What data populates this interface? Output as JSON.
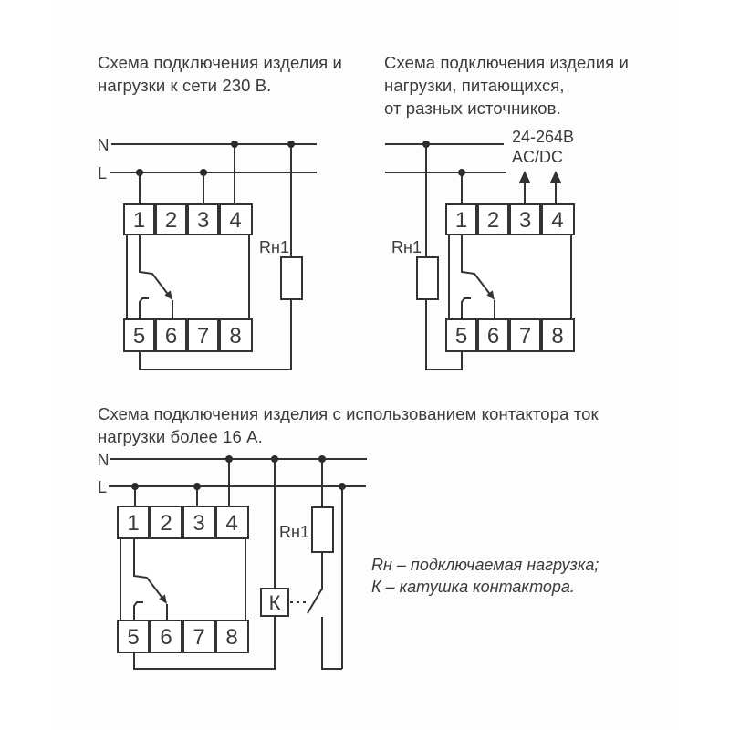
{
  "page": {
    "background": "#ffffff",
    "scan_background": "#fdfdfd",
    "line_color": "#333333",
    "text_color": "#3a3a3a"
  },
  "diagram1": {
    "title_line1": "Схема подключения изделия и",
    "title_line2": "нагрузки к сети 230 В.",
    "bus_labels": {
      "neutral": "N",
      "line": "L"
    },
    "terminals_top": [
      "1",
      "2",
      "3",
      "4"
    ],
    "terminals_bottom": [
      "5",
      "6",
      "7",
      "8"
    ],
    "load_label": "Rн1"
  },
  "diagram2": {
    "title_line1": "Схема подключения изделия и",
    "title_line2": "нагрузки, питающихся,",
    "title_line3": "от разных источников.",
    "supply_line1": "24-264В",
    "supply_line2": "AC/DC",
    "terminals_top": [
      "1",
      "2",
      "3",
      "4"
    ],
    "terminals_bottom": [
      "5",
      "6",
      "7",
      "8"
    ],
    "load_label": "Rн1"
  },
  "diagram3": {
    "title_line1": "Схема подключения изделия с использованием контактора ток",
    "title_line2": "нагрузки более 16 А.",
    "bus_labels": {
      "neutral": "N",
      "line": "L"
    },
    "terminals_top": [
      "1",
      "2",
      "3",
      "4"
    ],
    "terminals_bottom": [
      "5",
      "6",
      "7",
      "8"
    ],
    "load_label": "Rн1",
    "contactor_coil_label": "К",
    "legend_line1": "Rн – подключаемая нагрузка;",
    "legend_line2": "К – катушка контактора."
  }
}
